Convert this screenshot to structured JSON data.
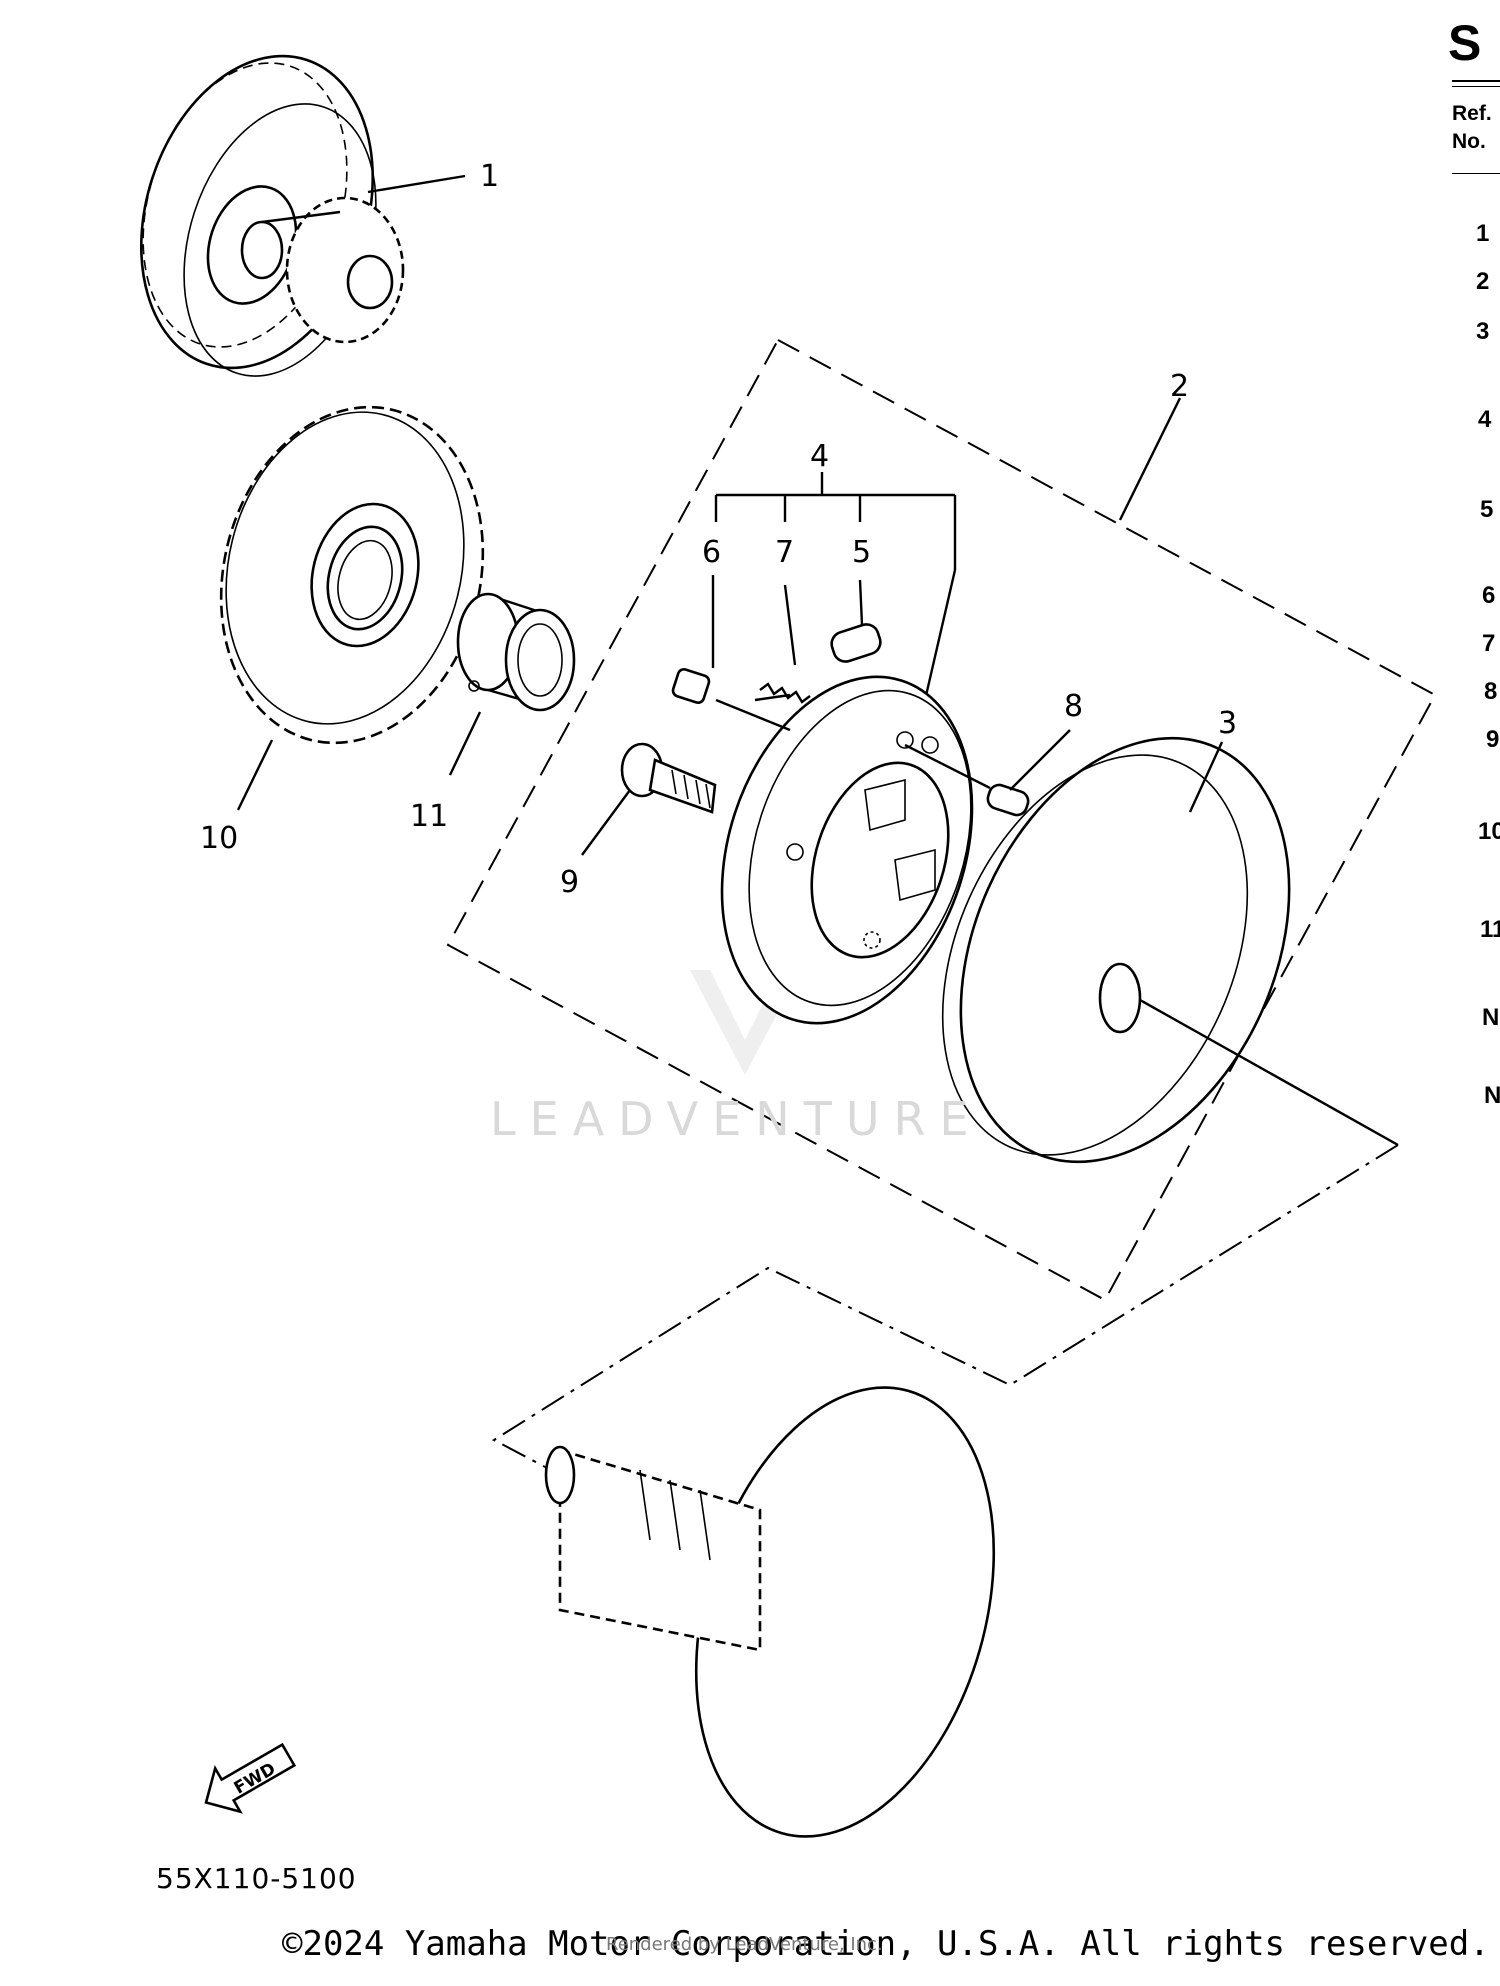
{
  "header": {
    "title_fragment": "S",
    "ref_label": "Ref.",
    "no_label": "No."
  },
  "ref_numbers": [
    "1",
    "2",
    "3",
    "4",
    "5",
    "6",
    "7",
    "8",
    "9",
    "10",
    "11",
    "N",
    "N"
  ],
  "callouts": {
    "c1": "1",
    "c2": "2",
    "c3": "3",
    "c4": "4",
    "c5": "5",
    "c6": "6",
    "c7": "7",
    "c8": "8",
    "c9": "9",
    "c10": "10",
    "c11": "11"
  },
  "fwd_label": "FWD",
  "drawing_code": "55X110-5100",
  "watermark": "LEADVENTURE",
  "copyright": "©2024 Yamaha Motor Corporation, U.S.A. All rights reserved.",
  "rendered_by": "Rendered by LeadVenture, Inc."
}
